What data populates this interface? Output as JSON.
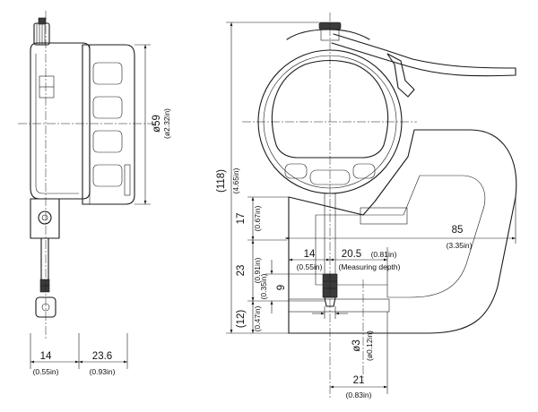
{
  "dimensions": {
    "side_width": {
      "mm": "14",
      "in": "(0.55in)"
    },
    "side_depth": {
      "mm": "23.6",
      "in": "(0.93in)"
    },
    "dial_diameter": {
      "mm": "ø59",
      "in": "(ø2.32in)"
    },
    "overall_height": {
      "mm": "(118)",
      "in": "(4.65in)"
    },
    "upper_block": {
      "mm": "17",
      "in": "(0.67in)"
    },
    "throat_depth": {
      "mm": "85",
      "in": "(3.35in)"
    },
    "spindle_offset": {
      "mm": "14",
      "in": "(0.55in)"
    },
    "measuring_depth": {
      "mm": "20.5",
      "in": "(0.81in)",
      "label": "(Measuring depth)"
    },
    "frame_mid": {
      "mm": "23",
      "in": "(0.91in)"
    },
    "anvil_gap": {
      "mm": "9",
      "in": "(0.35in)"
    },
    "lower_block": {
      "mm": "(12)",
      "in": "(0.47in)"
    },
    "anvil_diameter": {
      "mm": "ø3",
      "in": "(ø0.12in)"
    },
    "anvil_width": {
      "mm": "21",
      "in": "(0.83in)"
    }
  }
}
